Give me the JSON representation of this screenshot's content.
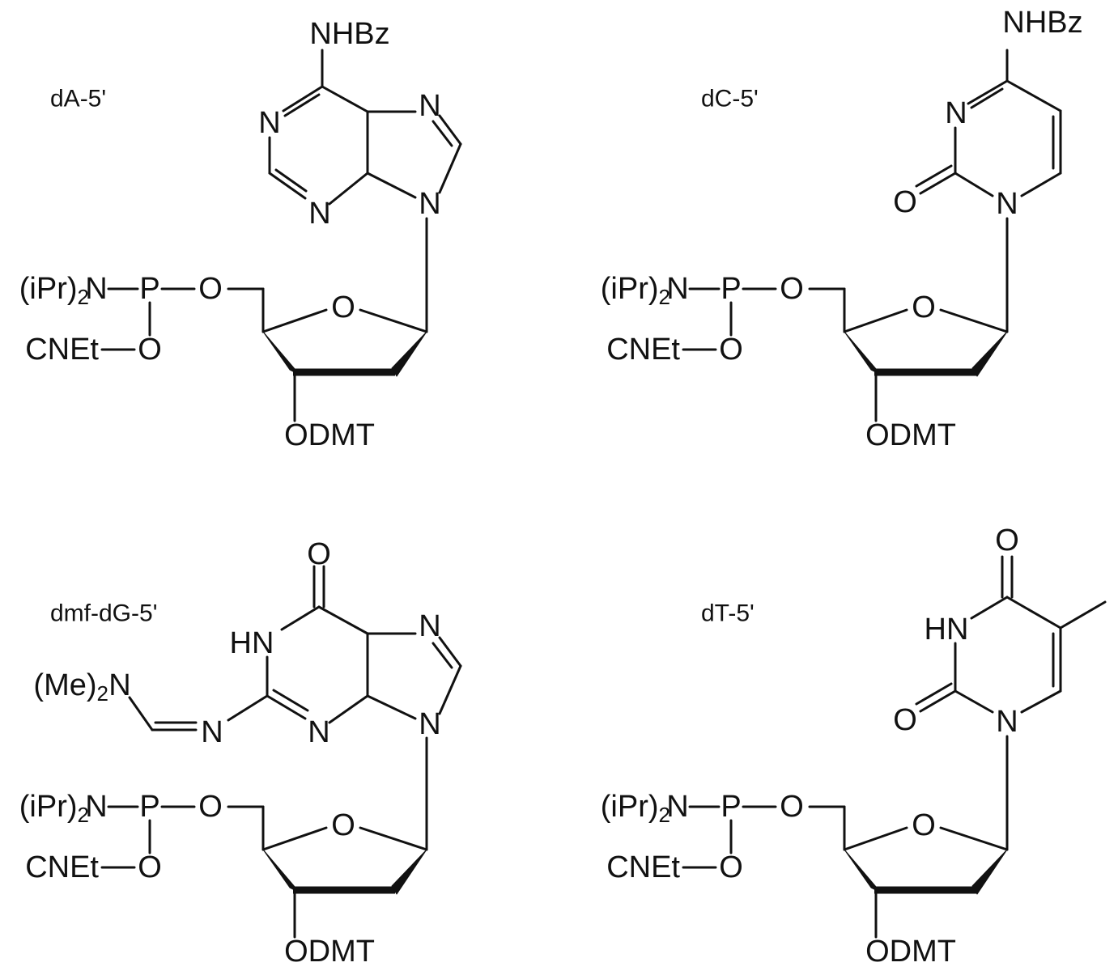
{
  "molecules": [
    {
      "label": "dA-5'",
      "phosphoramidite": {
        "amine": "(iPr)",
        "amine_sub": "2",
        "amine_n": "N",
        "p": "P",
        "o_link": "O",
        "cne": "CNEt",
        "o_cne": "O"
      },
      "sugar": {
        "ring_o": "O",
        "three_prime": "ODMT"
      },
      "base": {
        "substituent": "NHBz",
        "n1": "N",
        "n3": "N",
        "n7": "N",
        "n9": "N"
      }
    },
    {
      "label": "dC-5'",
      "phosphoramidite": {
        "amine": "(iPr)",
        "amine_sub": "2",
        "amine_n": "N",
        "p": "P",
        "o_link": "O",
        "cne": "CNEt",
        "o_cne": "O"
      },
      "sugar": {
        "ring_o": "O",
        "three_prime": "ODMT"
      },
      "base": {
        "substituent": "NHBz",
        "n3": "N",
        "carbonyl_o": "O",
        "n1": "N"
      }
    },
    {
      "label": "dmf-dG-5'",
      "phosphoramidite": {
        "amine": "(iPr)",
        "amine_sub": "2",
        "amine_n": "N",
        "p": "P",
        "o_link": "O",
        "cne": "CNEt",
        "o_cne": "O"
      },
      "sugar": {
        "ring_o": "O",
        "three_prime": "ODMT"
      },
      "base": {
        "carbonyl_o": "O",
        "hn": "HN",
        "n3": "N",
        "n7": "N",
        "n9": "N",
        "amidine_n": "N",
        "dmf": "(Me)",
        "dmf_sub": "2",
        "dmf_n": "N"
      }
    },
    {
      "label": "dT-5'",
      "phosphoramidite": {
        "amine": "(iPr)",
        "amine_sub": "2",
        "amine_n": "N",
        "p": "P",
        "o_link": "O",
        "cne": "CNEt",
        "o_cne": "O"
      },
      "sugar": {
        "ring_o": "O",
        "three_prime": "ODMT"
      },
      "base": {
        "o4": "O",
        "hn": "HN",
        "o2": "O",
        "n1": "N"
      }
    }
  ]
}
